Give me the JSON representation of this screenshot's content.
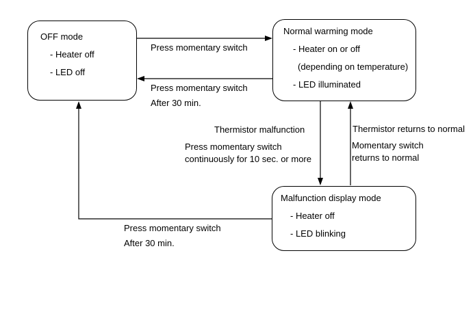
{
  "colors": {
    "line": "#000000",
    "background": "#ffffff",
    "text": "#000000"
  },
  "nodes": {
    "off": {
      "title": "OFF mode",
      "items": [
        "- Heater off",
        "- LED off"
      ]
    },
    "normal": {
      "title": "Normal warming mode",
      "items": [
        "- Heater on or off",
        "(depending on temperature)",
        "- LED illuminated"
      ]
    },
    "malfunction": {
      "title": "Malfunction display mode",
      "items": [
        "- Heater off",
        "- LED blinking"
      ]
    }
  },
  "edges": {
    "off_to_normal": {
      "label": "Press momentary switch"
    },
    "normal_to_off": {
      "label_line1": "Press momentary switch",
      "label_line2": "After 30 min."
    },
    "normal_to_malfunction": {
      "label_right_of_arrow": "Thermistor malfunction",
      "label_line1": "Press momentary switch",
      "label_line2": "continuously for 10 sec. or more"
    },
    "malfunction_to_normal": {
      "label_line1": "Thermistor returns to normal",
      "label_line2": "Momentary switch",
      "label_line3": "returns to normal"
    },
    "malfunction_to_off": {
      "label_line1": "Press momentary switch",
      "label_line2": "After 30 min."
    }
  }
}
